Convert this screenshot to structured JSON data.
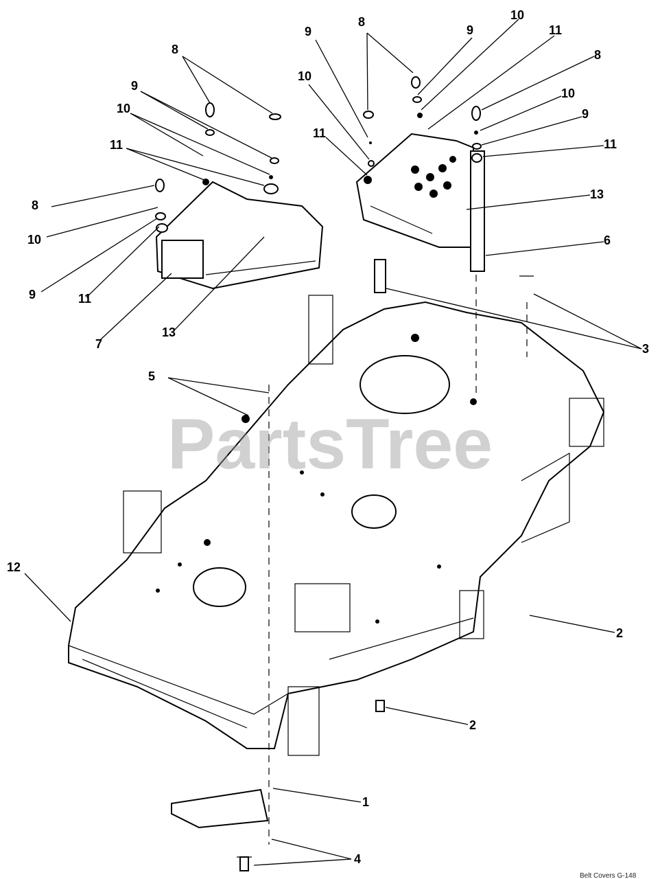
{
  "watermark": "PartsTree",
  "caption": "Belt Covers  G-148",
  "callouts": {
    "c1": "1",
    "c2a": "2",
    "c2b": "2",
    "c3": "3",
    "c4": "4",
    "c5": "5",
    "c6": "6",
    "c7": "7",
    "c8_left_top": "8",
    "c8_left_side": "8",
    "c8_right_top": "8",
    "c8_right_side": "8",
    "c9_left_top": "9",
    "c9_left_side": "9",
    "c9_right_top_a": "9",
    "c9_right_top_b": "9",
    "c9_right_side": "9",
    "c10_left_top": "10",
    "c10_left_side": "10",
    "c10_right_top_a": "10",
    "c10_right_top_b": "10",
    "c10_right_side": "10",
    "c11_left_top": "11",
    "c11_left_side": "11",
    "c11_right_top_a": "11",
    "c11_right_top_b": "11",
    "c11_right_side": "11",
    "c12": "12",
    "c13_left": "13",
    "c13_right": "13"
  }
}
